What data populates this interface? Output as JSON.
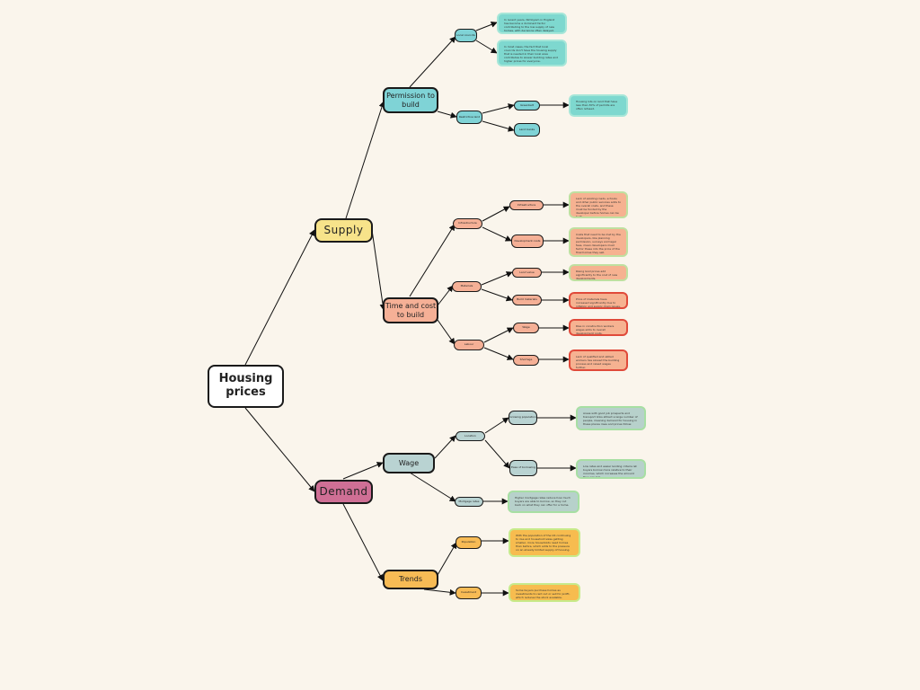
{
  "colors": {
    "background": "#faf5ec",
    "supply": "#f7e38a",
    "demand": "#cf6f95",
    "permission": "#7fd3d6",
    "time_cost": "#f5b096",
    "wage": "#b9d3d2",
    "trends": "#f7bb55"
  },
  "root": {
    "label": "Housing prices"
  },
  "supply": {
    "label": "Supply",
    "permission": {
      "label": "Permission to build",
      "child_a": {
        "label": "Local councils"
      },
      "child_b": {
        "label": "Restrictive land"
      },
      "child_b1": {
        "label": "Greenbelt"
      },
      "child_b2": {
        "label": "Land banks"
      },
      "note_a1": "In recent years, Nimbyism in England has become a dominant factor contributing to the low supply of new homes, with decisions often delayed.",
      "note_a2": "In most cases, the fact that local councils don't have the housing supply that is needed in their local area contributes to slower building rates and higher prices for everyone.",
      "note_b1": "Housing lots on land that have less than 30% of permits are often refused."
    },
    "time_cost": {
      "label": "Time and cost to build",
      "child_a": {
        "label": "Infrastructure"
      },
      "child_a1": {
        "label": "Infrastructure"
      },
      "child_a2": {
        "label": "Development costs"
      },
      "child_b": {
        "label": "Materials"
      },
      "child_b1": {
        "label": "Land value"
      },
      "child_b2": {
        "label": "Build materials"
      },
      "child_c": {
        "label": "Labour"
      },
      "child_c1": {
        "label": "Wage"
      },
      "child_c2": {
        "label": "Shortage"
      },
      "note_a1": "Lack of existing roads, schools and other public services adds to the overall costs, and these must be funded by the developer before homes can be built.",
      "note_a2": "Costs that need to be met by the developers, like planning permission, surveys and legal fees, mean developers must factor these into the price of the final homes they sell.",
      "note_b1": "Rising land prices add significantly to the cost of new developments.",
      "note_b2": "Price of materials have increased significantly due to inflation and supply chain issues.",
      "note_c1": "Rise in construction workers wages adds to overall development costs.",
      "note_c2": "Lack of qualified and skilled workers has slowed the building process and raised wages further."
    }
  },
  "demand": {
    "label": "Demand",
    "wage": {
      "label": "Wage",
      "child_a": {
        "label": "Location"
      },
      "child_a1": {
        "label": "Growing population"
      },
      "child_a2": {
        "label": "Ease of borrowing"
      },
      "child_b": {
        "label": "Mortgage rates"
      },
      "note_a1": "Areas with good job prospects and transport links attract a large number of people, meaning demand for housing in these places rises and prices follow.",
      "note_a2": "Low rates and easier lending criteria let buyers borrow more relative to their incomes, which increases the amount they can bid.",
      "note_b": "Higher mortgage rates reduce how much buyers are able to borrow, so they cut back on what they can offer for a home."
    },
    "trends": {
      "label": "Trends",
      "child_a": {
        "label": "Population"
      },
      "child_b": {
        "label": "Investment"
      },
      "note_a": "With the population of the UK continuing to rise and household sizes getting smaller, more households need homes than before, which adds to the pressure on an already limited supply of housing.",
      "note_b": "Some buyers purchase homes as investments to rent out or sell for profit, which reduces the stock available."
    }
  }
}
